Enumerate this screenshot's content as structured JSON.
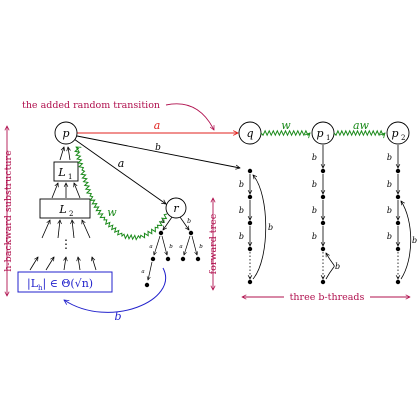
{
  "colors": {
    "black": "#000000",
    "red": "#e0201c",
    "green": "#1a8a1a",
    "blue": "#2222cc",
    "magenta": "#b0104e"
  },
  "nodes": {
    "p": "p",
    "q": "q",
    "r": "r",
    "p1": "p",
    "p1_sub": "1",
    "p2": "p",
    "p2_sub": "2"
  },
  "boxes": {
    "L1": "L",
    "L1_sub": "1",
    "L2": "L",
    "L2_sub": "2",
    "Lh_pre": "|L",
    "Lh_sub": "h",
    "Lh_post": "| ∈ Θ(√n)"
  },
  "edges": {
    "a_red": "a",
    "b_p_thread": "b",
    "a_p_r": "a",
    "w_green_left": "w",
    "w_q_p1": "w",
    "aw_p1_p2": "aw",
    "b_blue": "b",
    "b_thread_arc": "b",
    "b_tree": "b",
    "a_tree": "a"
  },
  "annotations": {
    "random_transition": "the added random transition",
    "h_backward": "h-backward substructure",
    "forward_tree": "forward tree",
    "three_threads": "three b-threads"
  }
}
